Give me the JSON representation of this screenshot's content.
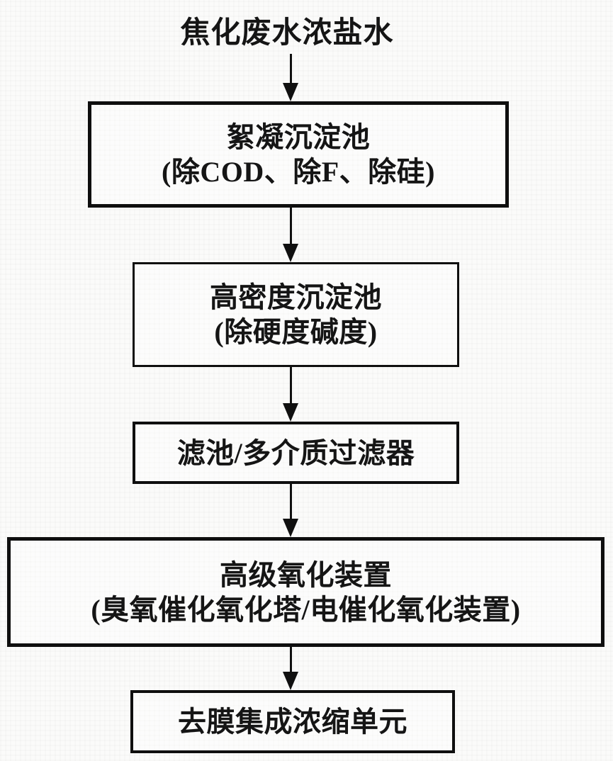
{
  "diagram": {
    "source_label": "焦化废水浓盐水",
    "nodes": [
      {
        "line1": "絮凝沉淀池",
        "line2": "(除COD、除F、除硅)"
      },
      {
        "line1": "高密度沉淀池",
        "line2": "(除硬度碱度)"
      },
      {
        "line1": "滤池/多介质过滤器"
      },
      {
        "line1": "高级氧化装置",
        "line2": "(臭氧催化氧化塔/电催化氧化装置)"
      },
      {
        "line1": "去膜集成浓缩单元"
      }
    ],
    "colors": {
      "ink": "#101010",
      "paper": "#fbfbfa"
    }
  }
}
